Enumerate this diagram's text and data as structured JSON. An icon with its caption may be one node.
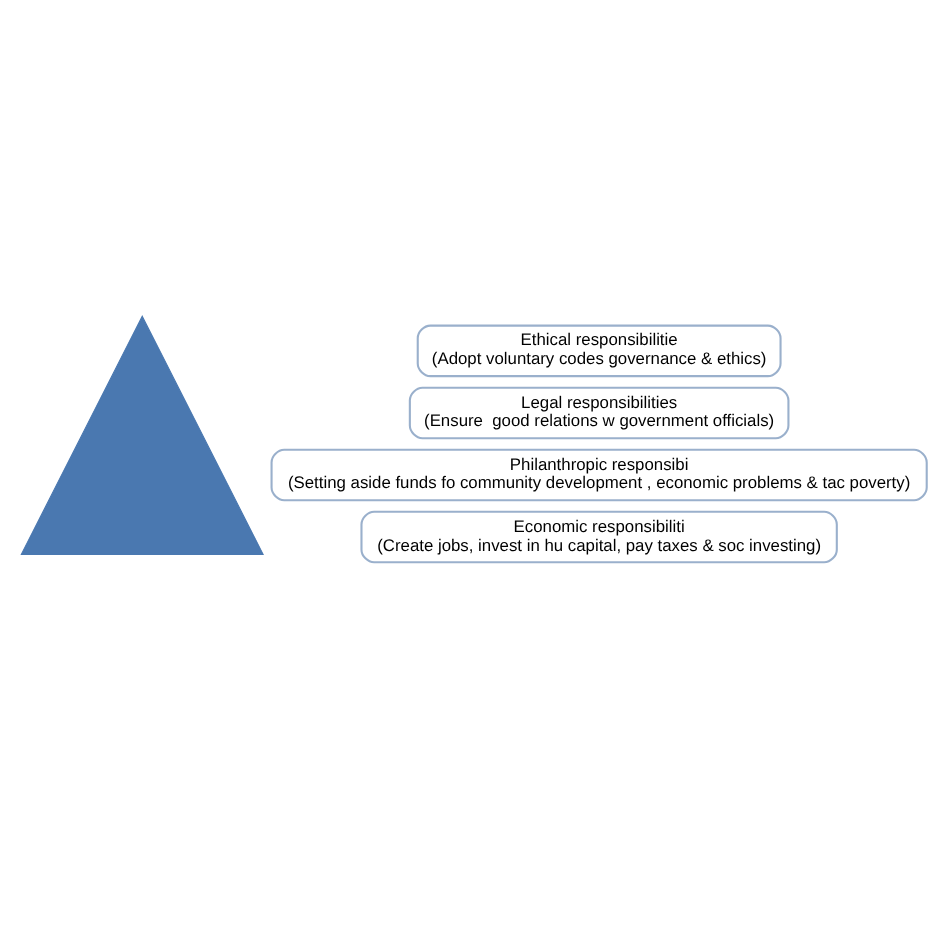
{
  "diagram": {
    "nodes": [
      {
        "text": [],
        "shape": "triangle"
      },
      {
        "text": [
          "Ethical responsibilitie",
          "(Adopt voluntary codes governance & ethics)"
        ]
      },
      {
        "text": [
          "Legal responsibilities",
          "(Ensure  good relations w government officials)"
        ]
      },
      {
        "text": [
          "Philanthropic responsibi",
          "(Setting aside funds fo community development , economic problems & tac poverty)"
        ]
      },
      {
        "text": [
          "Economic responsibiliti",
          "(Create jobs, invest in hu capital, pay taxes & soc investing)"
        ]
      }
    ],
    "edges": []
  }
}
